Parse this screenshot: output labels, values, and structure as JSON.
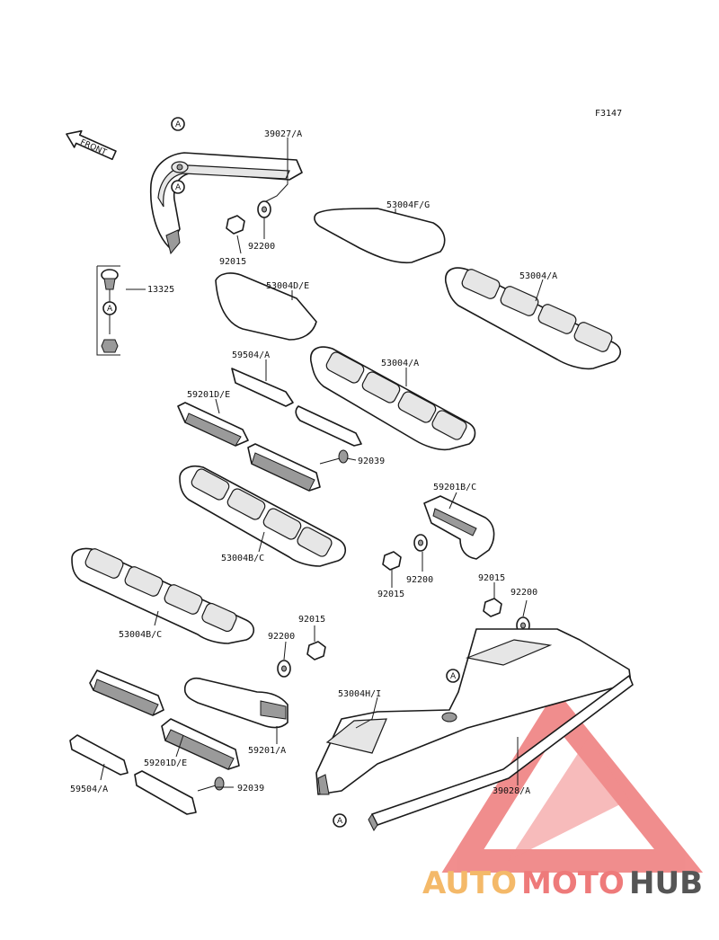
{
  "figure_code": "F3147",
  "front_label": "FRONT",
  "ref_marker": "A",
  "watermark": {
    "auto": "AUTO",
    "moto": "MOTO",
    "hub": "HUB"
  },
  "parts": {
    "p39027A": "39027/A",
    "p53004FG": "53004F/G",
    "p92200_1": "92200",
    "p92015_1": "92015",
    "p13325": "13325",
    "p53004DE": "53004D/E",
    "p53004A_1": "53004/A",
    "p59504A_1": "59504/A",
    "p53004A_2": "53004/A",
    "p59201DE_1": "59201D/E",
    "p92039_1": "92039",
    "p59201BC": "59201B/C",
    "p53004BC_1": "53004B/C",
    "p92200_2": "92200",
    "p92015_2": "92015",
    "p92015_3": "92015",
    "p92200_3": "92200",
    "p53004BC_2": "53004B/C",
    "p92015_4": "92015",
    "p92200_4": "92200",
    "p53004HI": "53004H/I",
    "p59201A": "59201/A",
    "p59201DE_2": "59201D/E",
    "p59504A_2": "59504/A",
    "p92039_2": "92039",
    "p39028A": "39028/A"
  },
  "colors": {
    "line": "#1a1a1a",
    "wm_auto": "#f4b969",
    "wm_moto": "#ee7a7a",
    "wm_hub": "#555555"
  }
}
